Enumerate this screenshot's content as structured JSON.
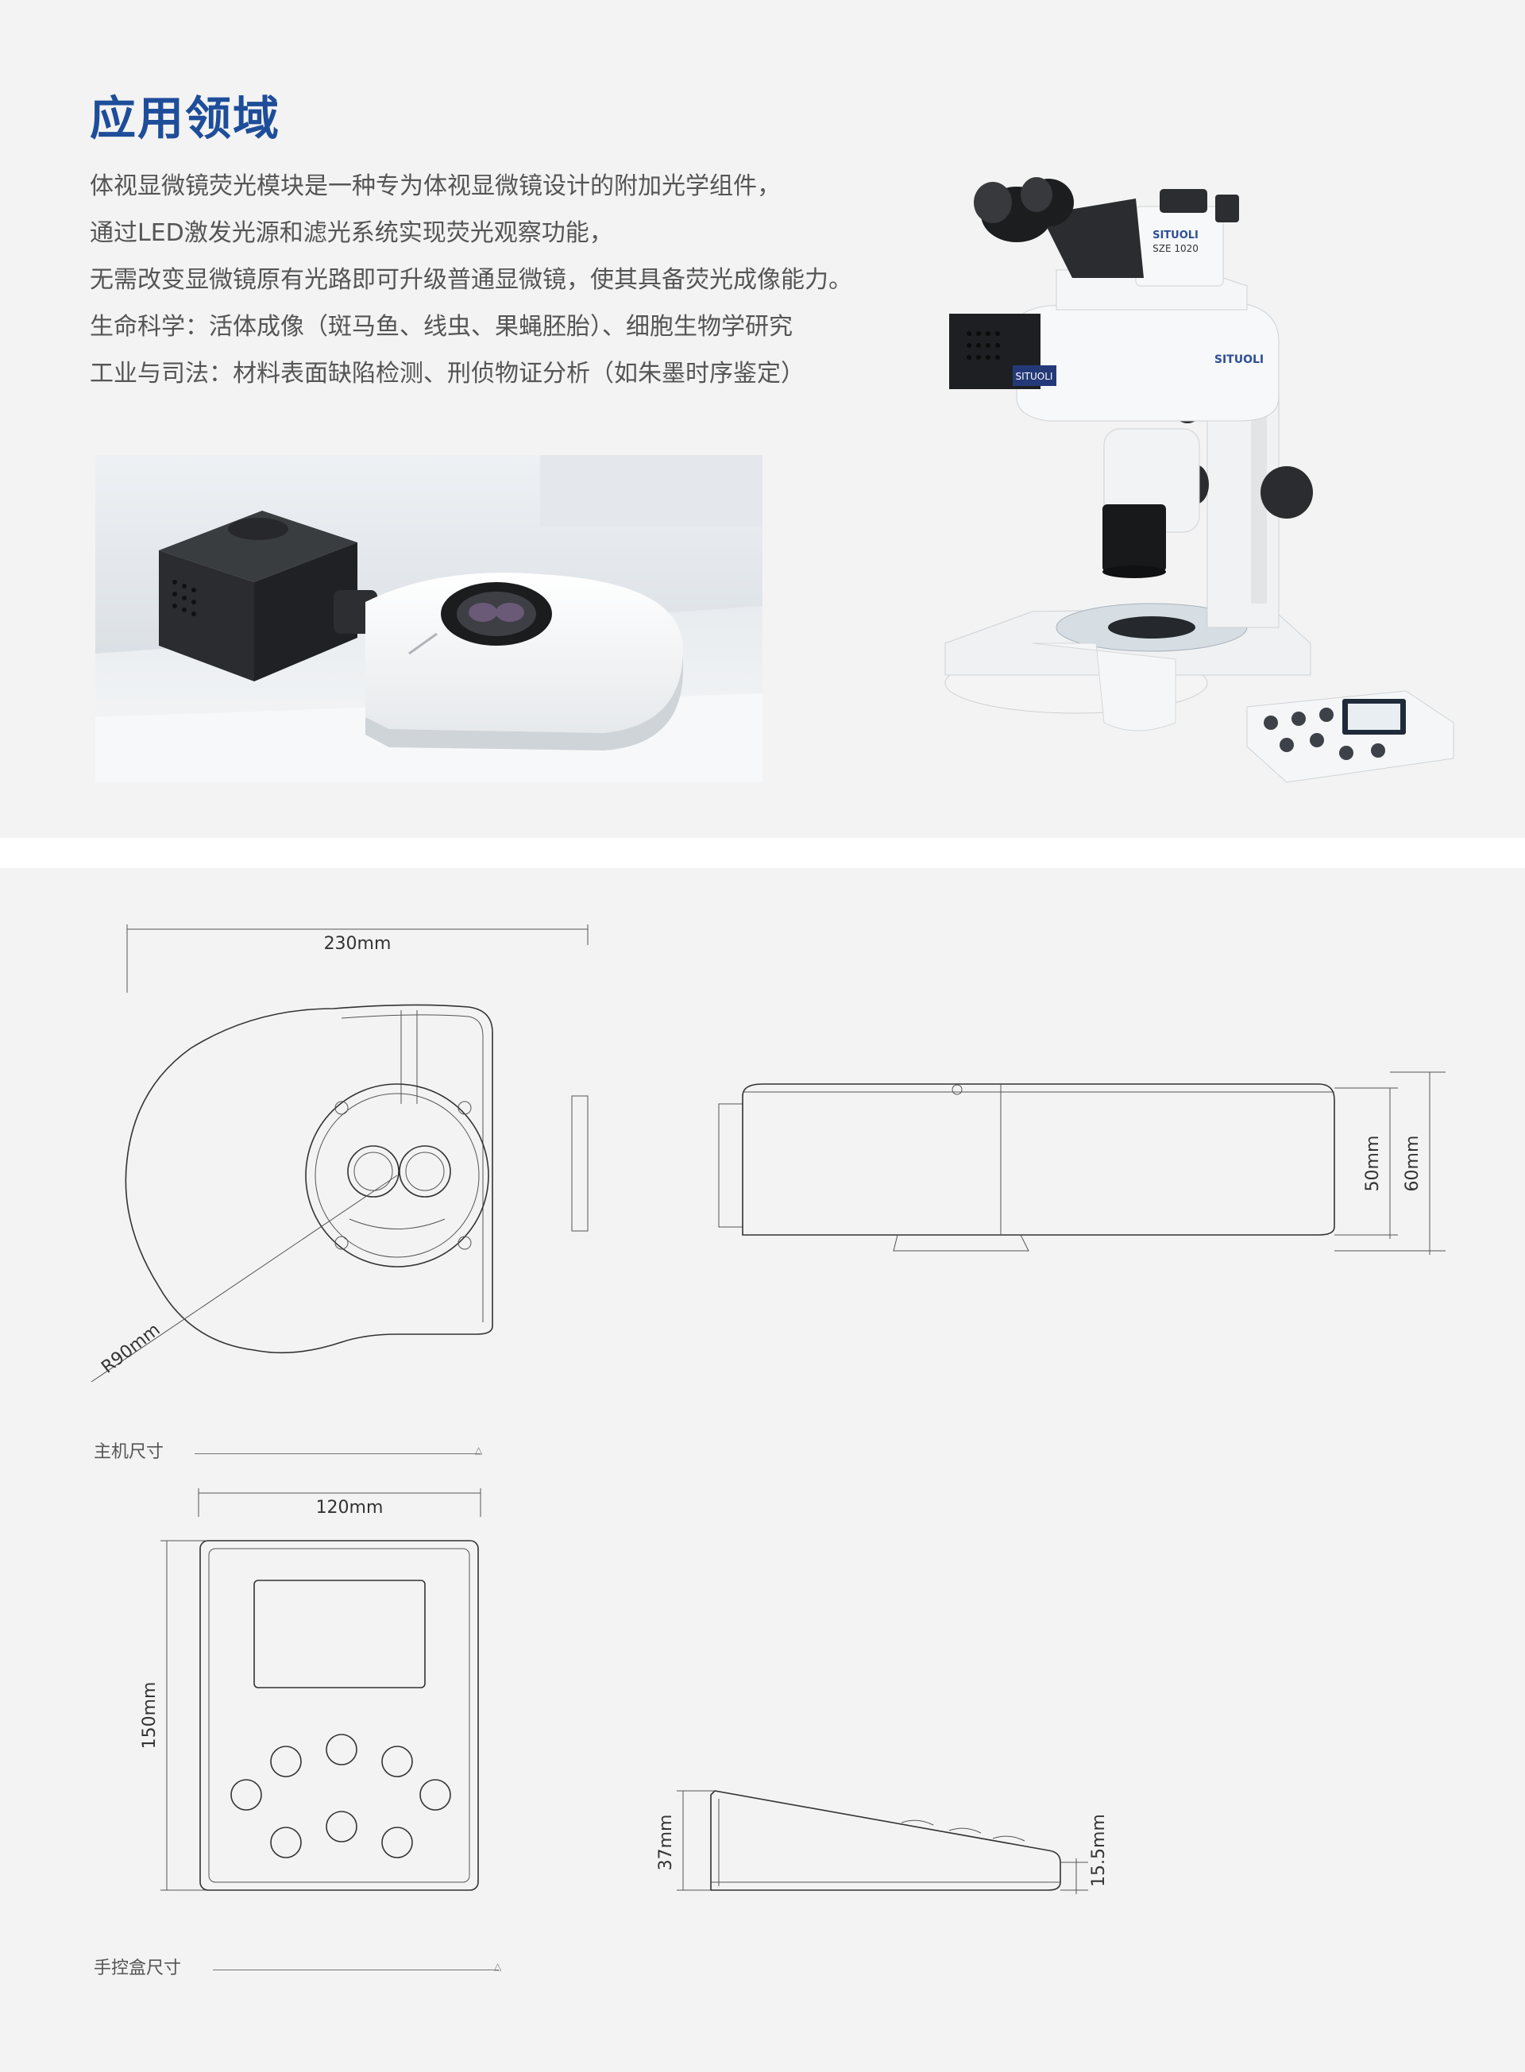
{
  "section": {
    "title": "应用领域",
    "lines": [
      "体视显微镜荧光模块是一种专为体视显微镜设计的附加光学组件，",
      "通过LED激发光源和滤光系统实现荧光观察功能，",
      "无需改变显微镜原有光路即可升级普通显微镜，使其具备荧光成像能力。",
      "生命科学：活体成像（斑马鱼、线虫、果蝇胚胎）、细胞生物学研究",
      "工业与司法：材料表面缺陷检测、刑侦物证分析（如朱墨时序鉴定）"
    ]
  },
  "microscope": {
    "brand": "SITUOLI",
    "model": "SZE 1020"
  },
  "host_dimensions": {
    "caption": "主机尺寸",
    "width_label": "230mm",
    "radius_label": "R90mm",
    "height_inner_label": "50mm",
    "height_outer_label": "60mm"
  },
  "controller_dimensions": {
    "caption": "手控盒尺寸",
    "width_label": "120mm",
    "height_label": "150mm",
    "back_height_label": "37mm",
    "front_height_label": "15.5mm"
  },
  "colors": {
    "title_blue": "#1e4d9a",
    "panel_bg": "#f3f3f3",
    "body_text": "#555555"
  }
}
